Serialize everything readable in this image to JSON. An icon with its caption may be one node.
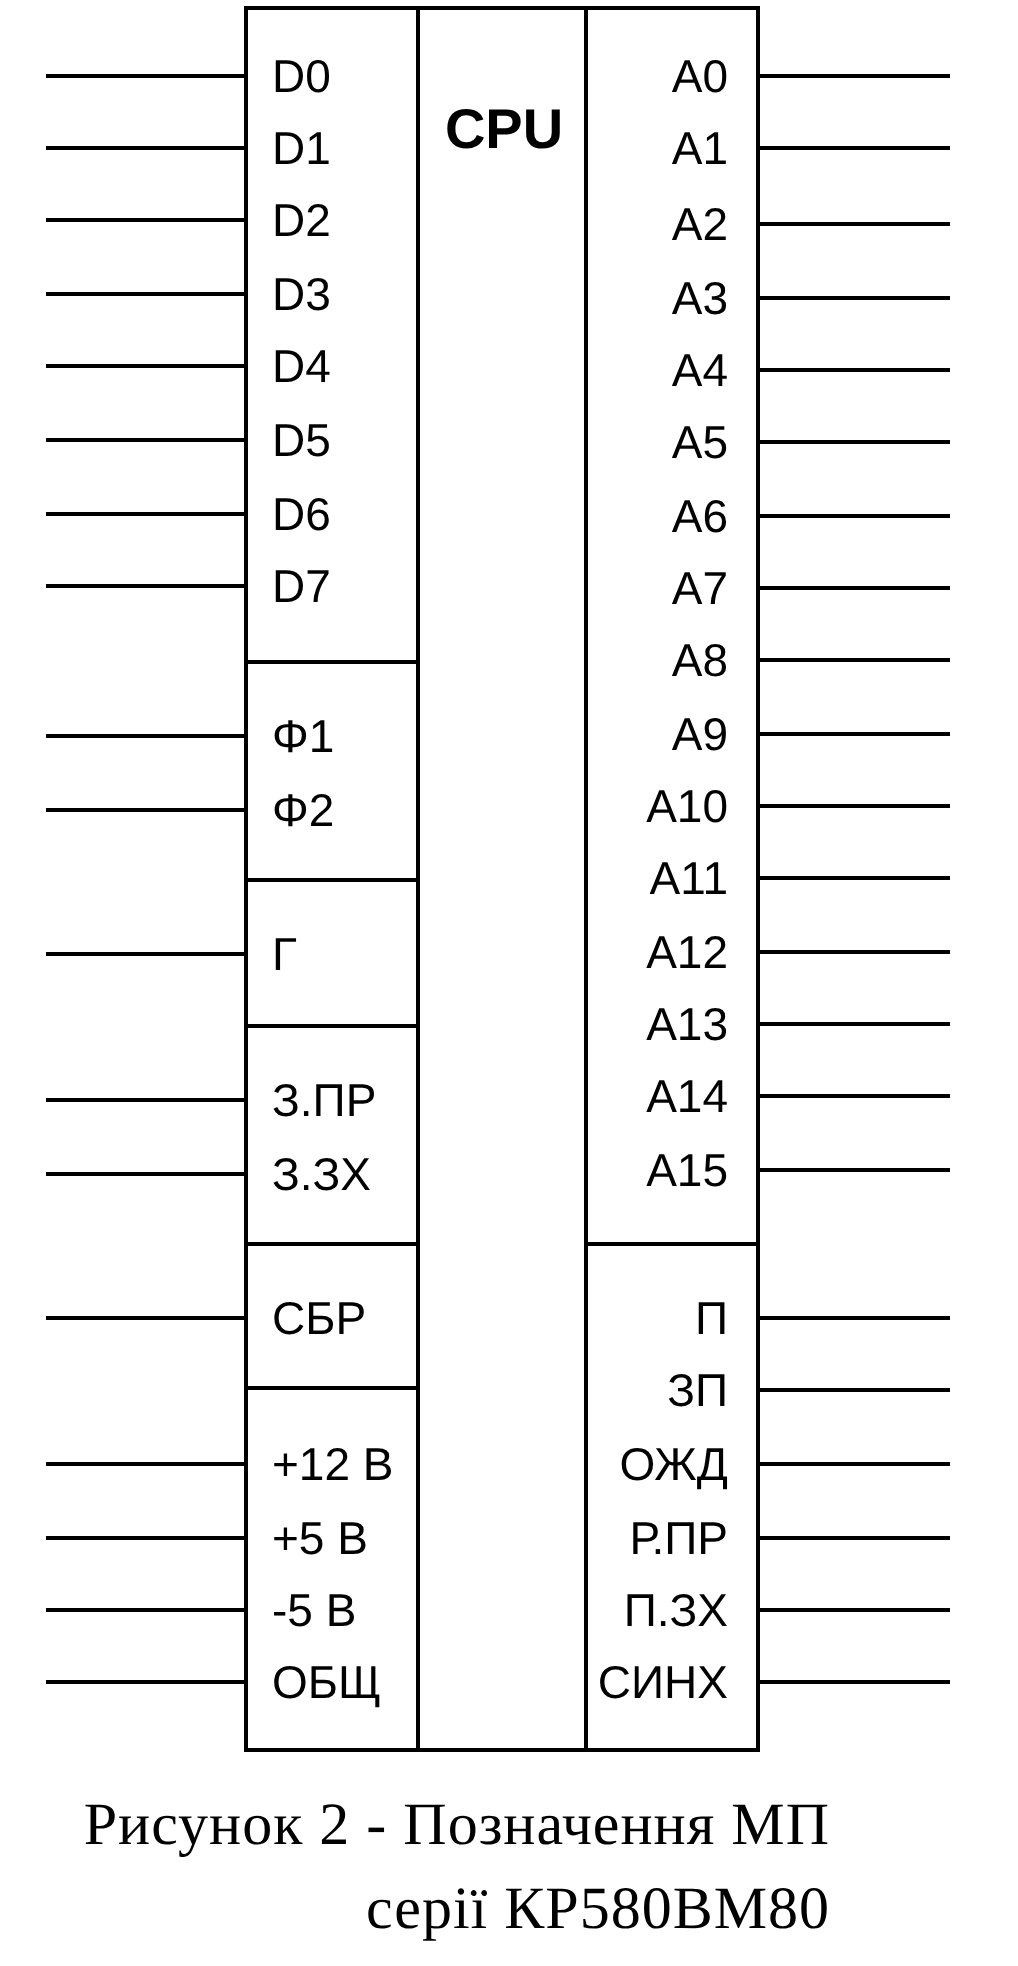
{
  "diagram": {
    "caption": "Рисунок 2 - Позначення МП серії КР580ВМ80",
    "nodes": [
      {
        "text": [
          "CPU"
        ]
      },
      {
        "text": [],
        "shape": "box",
        "in": 0
      },
      {
        "text": [
          "D0"
        ],
        "in": 1
      },
      {
        "text": [
          "D1"
        ],
        "in": 1
      },
      {
        "text": [
          "D2"
        ],
        "in": 1
      },
      {
        "text": [
          "D3"
        ],
        "in": 1
      },
      {
        "text": [
          "D4"
        ],
        "in": 1
      },
      {
        "text": [
          "D5"
        ],
        "in": 1
      },
      {
        "text": [
          "D6"
        ],
        "in": 1
      },
      {
        "text": [
          "D7"
        ],
        "in": 1
      },
      {
        "text": [],
        "shape": "box",
        "in": 0
      },
      {
        "text": [
          "Φ1"
        ],
        "in": 10
      },
      {
        "text": [
          "Φ2"
        ],
        "in": 10
      },
      {
        "text": [],
        "shape": "box",
        "in": 0
      },
      {
        "text": [
          "Г"
        ],
        "in": 13
      },
      {
        "text": [],
        "shape": "box",
        "in": 0
      },
      {
        "text": [
          "З.ПР"
        ],
        "in": 15
      },
      {
        "text": [
          "З.ЗХ"
        ],
        "in": 15
      },
      {
        "text": [],
        "shape": "box",
        "in": 0
      },
      {
        "text": [
          "СБР"
        ],
        "in": 18
      },
      {
        "text": [],
        "shape": "box",
        "in": 0
      },
      {
        "text": [
          "+12 В"
        ],
        "in": 20
      },
      {
        "text": [
          "+5 В"
        ],
        "in": 20
      },
      {
        "text": [
          "-5 В"
        ],
        "in": 20
      },
      {
        "text": [
          "ОБЩ"
        ],
        "in": 20
      },
      {
        "text": [],
        "shape": "box",
        "in": 0
      },
      {
        "text": [
          "A0"
        ],
        "in": 25
      },
      {
        "text": [
          "A1"
        ],
        "in": 25
      },
      {
        "text": [
          "A2"
        ],
        "in": 25
      },
      {
        "text": [
          "A3"
        ],
        "in": 25
      },
      {
        "text": [
          "A4"
        ],
        "in": 25
      },
      {
        "text": [
          "A5"
        ],
        "in": 25
      },
      {
        "text": [
          "A6"
        ],
        "in": 25
      },
      {
        "text": [
          "A7"
        ],
        "in": 25
      },
      {
        "text": [
          "A8"
        ],
        "in": 25
      },
      {
        "text": [
          "A9"
        ],
        "in": 25
      },
      {
        "text": [
          "A10"
        ],
        "in": 25
      },
      {
        "text": [
          "A11"
        ],
        "in": 25
      },
      {
        "text": [
          "A12"
        ],
        "in": 25
      },
      {
        "text": [
          "A13"
        ],
        "in": 25
      },
      {
        "text": [
          "A14"
        ],
        "in": 25
      },
      {
        "text": [
          "A15"
        ],
        "in": 25
      },
      {
        "text": [],
        "shape": "box",
        "in": 0
      },
      {
        "text": [
          "П"
        ],
        "in": 42
      },
      {
        "text": [
          "ЗП"
        ],
        "in": 42
      },
      {
        "text": [
          "ОЖД"
        ],
        "in": 42
      },
      {
        "text": [
          "Р.ПР"
        ],
        "in": 42
      },
      {
        "text": [
          "П.ЗХ"
        ],
        "in": 42
      },
      {
        "text": [
          "СИНХ"
        ],
        "in": 42
      }
    ],
    "edges": [
      {
        "from": null,
        "to": 2,
        "arrow": "none"
      },
      {
        "from": null,
        "to": 3,
        "arrow": "none"
      },
      {
        "from": null,
        "to": 4,
        "arrow": "none"
      },
      {
        "from": null,
        "to": 5,
        "arrow": "none"
      },
      {
        "from": null,
        "to": 6,
        "arrow": "none"
      },
      {
        "from": null,
        "to": 7,
        "arrow": "none"
      },
      {
        "from": null,
        "to": 8,
        "arrow": "none"
      },
      {
        "from": null,
        "to": 9,
        "arrow": "none"
      },
      {
        "from": null,
        "to": 11,
        "arrow": "none"
      },
      {
        "from": null,
        "to": 12,
        "arrow": "none"
      },
      {
        "from": null,
        "to": 14,
        "arrow": "none"
      },
      {
        "from": null,
        "to": 16,
        "arrow": "none"
      },
      {
        "from": null,
        "to": 17,
        "arrow": "none"
      },
      {
        "from": null,
        "to": 19,
        "arrow": "none"
      },
      {
        "from": null,
        "to": 21,
        "arrow": "none"
      },
      {
        "from": null,
        "to": 22,
        "arrow": "none"
      },
      {
        "from": null,
        "to": 23,
        "arrow": "none"
      },
      {
        "from": null,
        "to": 24,
        "arrow": "none"
      },
      {
        "from": null,
        "to": 26,
        "arrow": "none"
      },
      {
        "from": null,
        "to": 27,
        "arrow": "none"
      },
      {
        "from": null,
        "to": 28,
        "arrow": "none"
      },
      {
        "from": null,
        "to": 29,
        "arrow": "none"
      },
      {
        "from": null,
        "to": 30,
        "arrow": "none"
      },
      {
        "from": null,
        "to": 31,
        "arrow": "none"
      },
      {
        "from": null,
        "to": 32,
        "arrow": "none"
      },
      {
        "from": null,
        "to": 33,
        "arrow": "none"
      },
      {
        "from": null,
        "to": 34,
        "arrow": "none"
      },
      {
        "from": null,
        "to": 35,
        "arrow": "none"
      },
      {
        "from": null,
        "to": 36,
        "arrow": "none"
      },
      {
        "from": null,
        "to": 37,
        "arrow": "none"
      },
      {
        "from": null,
        "to": 38,
        "arrow": "none"
      },
      {
        "from": null,
        "to": 39,
        "arrow": "none"
      },
      {
        "from": null,
        "to": 40,
        "arrow": "none"
      },
      {
        "from": null,
        "to": 41,
        "arrow": "none"
      },
      {
        "from": null,
        "to": 43,
        "arrow": "none"
      },
      {
        "from": null,
        "to": 44,
        "arrow": "none"
      },
      {
        "from": null,
        "to": 45,
        "arrow": "none"
      },
      {
        "from": null,
        "to": 46,
        "arrow": "none"
      },
      {
        "from": null,
        "to": 47,
        "arrow": "none"
      },
      {
        "from": null,
        "to": 48,
        "arrow": "none"
      }
    ]
  }
}
